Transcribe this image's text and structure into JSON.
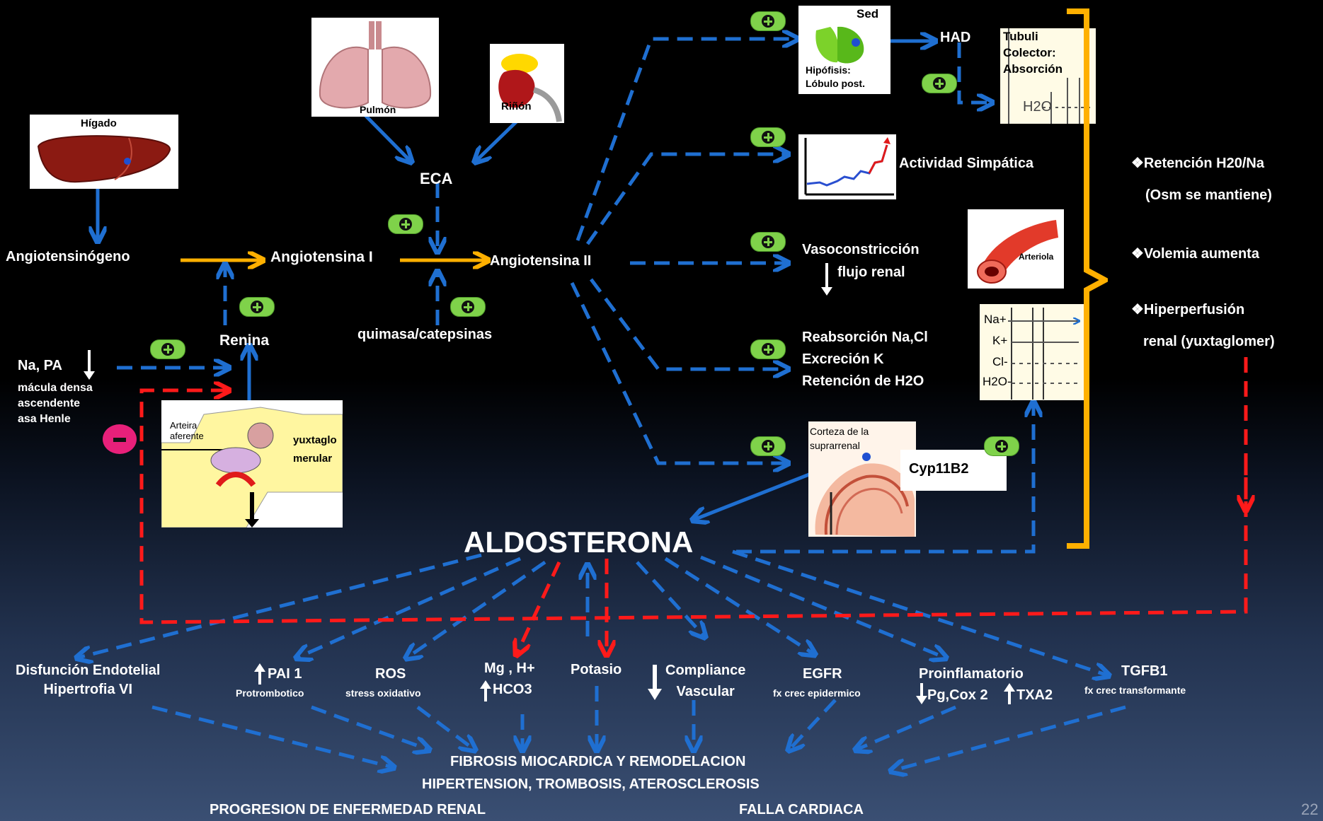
{
  "organs": {
    "liver": "Hígado",
    "lung": "Pulmón",
    "kidney": "Riñón",
    "pituitary_thirst": "Sed",
    "pituitary_label": "Hipófisis:\nLóbulo post.",
    "tubule_label": "Tubuli\nColector:\nAbsorción",
    "tubule_formula": "H2O",
    "arteriole": "Arteriola",
    "ions": [
      "Na+",
      "K+",
      "Cl-",
      "H2O-"
    ],
    "jga_arteira": "Arteira\naferente",
    "adrenal_label": "Corteza de la\nsuprarrenal"
  },
  "nodes": {
    "angiotensinogeno": "Angiotensinógeno",
    "angiotensina1": "Angiotensina I",
    "angiotensina2": "Angiotensina II",
    "eca": "ECA",
    "renina": "Renina",
    "quimasa": "quimasa/catepsinas",
    "na_pa": "Na, PA",
    "macula": "mácula densa\nascendente\nasa Henle",
    "yuxta": "yuxtaglo\nmerular",
    "had": "HAD",
    "actividad": "Actividad Simpática",
    "vaso1": "Vasoconstricción",
    "vaso2": "flujo renal",
    "reabs": "Reabsorción Na,Cl\nExcreción K\nRetención de H2O",
    "cyp": "Cyp11B2",
    "aldosterona": "ALDOSTERONA"
  },
  "effects": {
    "retencion": "❖Retención H20/Na",
    "osm": "(Osm se mantiene)",
    "volemia": "❖Volemia aumenta",
    "hiper": "❖Hiperperfusión",
    "renal": "renal (yuxtaglomer)"
  },
  "outcomes": {
    "disfuncion": "Disfunción Endotelial\nHipertrofia VI",
    "pai": "PAI 1",
    "pai_sub": "Protrombotico",
    "ros": "ROS",
    "ros_sub": "stress oxidativo",
    "mg": "Mg , H+",
    "hco3": "HCO3",
    "potasio": "Potasio",
    "compliance": "Compliance\nVascular",
    "egfr": "EGFR",
    "egfr_sub": "fx crec epidermico",
    "proinf": "Proinflamatorio",
    "pg": "Pg,Cox 2",
    "txa": "TXA2",
    "tgfb": "TGFB1",
    "tgfb_sub": "fx crec transformante"
  },
  "bottom": {
    "fibrosis": "FIBROSIS MIOCARDICA Y REMODELACION",
    "hipertension": "HIPERTENSION, TROMBOSIS, ATEROSCLEROSIS",
    "renal": "PROGRESION DE ENFERMEDAD RENAL",
    "falla": "FALLA CARDIACA"
  },
  "slide_number": "22",
  "colors": {
    "blue": "#1f6fd1",
    "orange": "#ffb000",
    "red": "#ff1a1a",
    "green": "#7fd24a",
    "pink": "#e8207a"
  }
}
